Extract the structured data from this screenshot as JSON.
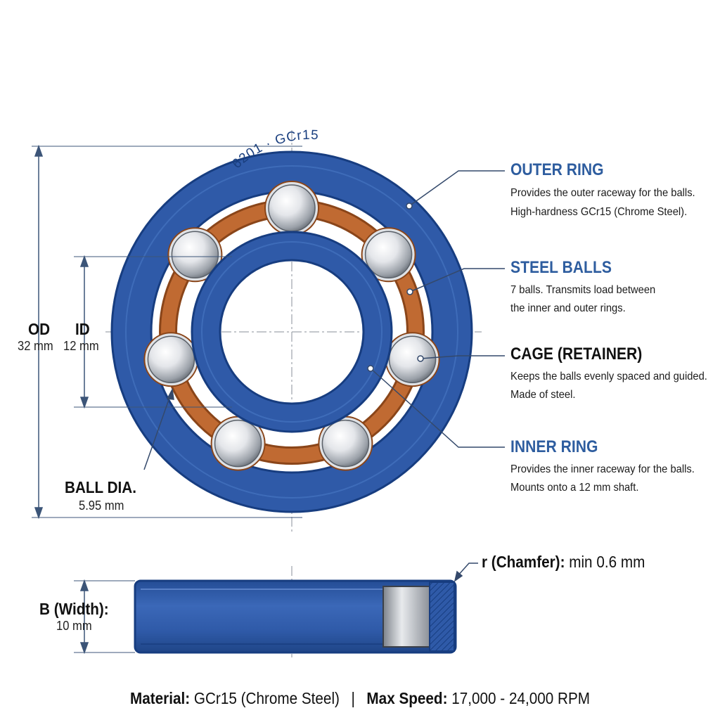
{
  "colors": {
    "ring_blue": "#2f5aa8",
    "ring_dark": "#173d80",
    "cage_orange": "#b8602a",
    "heading_blue": "#2e5d9f",
    "leader_line": "#34496b",
    "dimension_line": "#3c5578"
  },
  "bearing": {
    "engraving": "6201 · GCr15",
    "ball_count": 7
  },
  "callouts": {
    "outer_ring": {
      "title": "OUTER RING",
      "line1": "Provides the outer raceway for the balls.",
      "line2": "High-hardness GCr15 (Chrome Steel)."
    },
    "steel_balls": {
      "title": "STEEL BALLS",
      "line1": "7 balls. Transmits load between",
      "line2": "the inner and outer rings."
    },
    "cage": {
      "title": "CAGE (RETAINER)",
      "line1": "Keeps the balls evenly spaced and guided.",
      "line2": "Made of steel."
    },
    "inner_ring": {
      "title": "INNER RING",
      "line1": "Provides the inner raceway for the balls.",
      "line2": "Mounts onto a 12 mm shaft."
    }
  },
  "dimensions": {
    "od": {
      "label": "OD",
      "value": "32 mm"
    },
    "id": {
      "label": "ID",
      "value": "12 mm"
    },
    "ball_dia": {
      "label": "BALL DIA.",
      "value": "5.95 mm"
    },
    "width": {
      "label": "B (Width):",
      "value": "10 mm"
    },
    "chamfer": {
      "label": "r (Chamfer):",
      "value": "min 0.6 mm"
    }
  },
  "footer": {
    "material_label": "Material:",
    "material_value": "GCr15 (Chrome Steel)",
    "separator": "|",
    "speed_label": "Max Speed:",
    "speed_value": "17,000 - 24,000 RPM"
  }
}
